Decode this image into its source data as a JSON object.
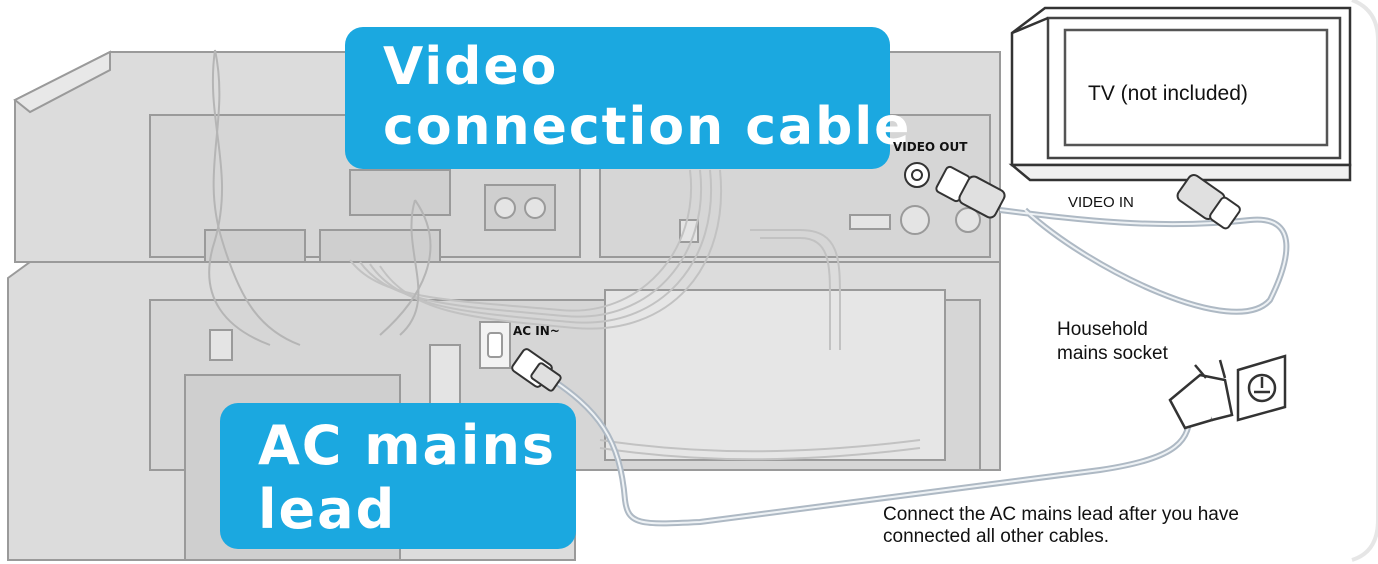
{
  "callouts": {
    "video_line1": "Video",
    "video_line2": "connection cable",
    "ac_line1": "AC mains",
    "ac_line2": "lead"
  },
  "labels": {
    "tv": "TV (not included)",
    "video_out": "VIDEO OUT",
    "video_in": "VIDEO IN",
    "ac_in": "AC IN~",
    "socket_line1": "Household",
    "socket_line2": "mains socket",
    "note_line1": "Connect the AC mains lead after you have",
    "note_line2": "connected all other cables."
  },
  "colors": {
    "callout": "#1ba8e0",
    "equipment": "#dcdcdc",
    "outline": "#9a9a9a",
    "cable": "#aeb9c4"
  }
}
